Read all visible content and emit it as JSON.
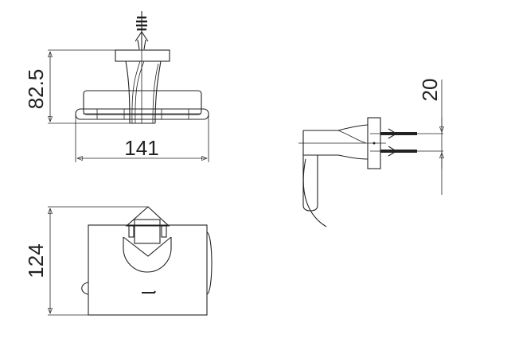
{
  "dimensions": {
    "top_view_height": "82.5",
    "top_view_width": "141",
    "front_view_height": "124",
    "side_view_spacing": "20"
  },
  "colors": {
    "line": "#222222",
    "background": "#ffffff"
  }
}
